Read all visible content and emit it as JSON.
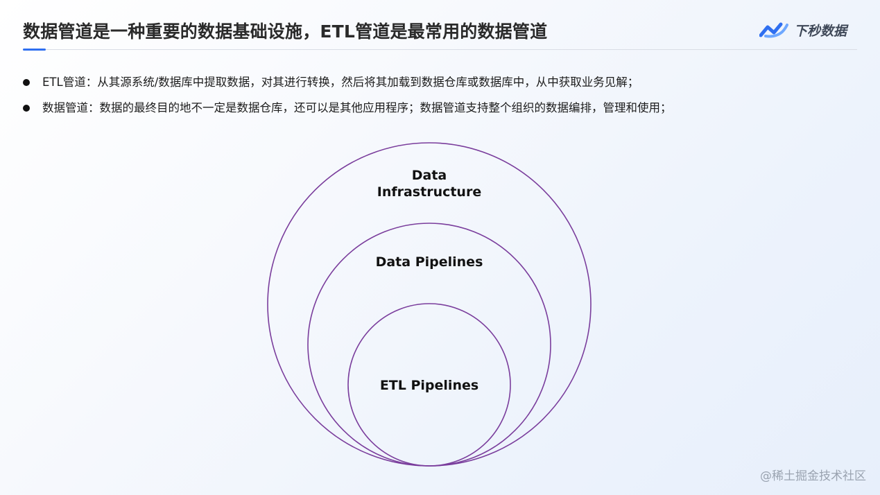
{
  "slide": {
    "title": "数据管道是一种重要的数据基础设施，ETL管道是最常用的数据管道"
  },
  "brand": {
    "logo_text": "下秒数据",
    "logo_icon": "wave-chart-logo-icon",
    "accent_color": "#2f6ff0"
  },
  "bullets": [
    {
      "text": "ETL管道：从其源系统/数据库中提取数据，对其进行转换，然后将其加载到数据仓库或数据库中，从中获取业务见解；"
    },
    {
      "text": "数据管道：数据的最终目的地不一定是数据仓库，还可以是其他应用程序；数据管道支持整个组织的数据编排，管理和使用；"
    }
  ],
  "diagram": {
    "type": "nested-circles",
    "circle_color": "#7a3d9c",
    "outer": {
      "line1": "Data",
      "line2": "Infrastructure"
    },
    "middle": {
      "label": "Data Pipelines"
    },
    "inner": {
      "label": "ETL Pipelines"
    }
  },
  "watermark": {
    "text": "@稀土掘金技术社区"
  }
}
